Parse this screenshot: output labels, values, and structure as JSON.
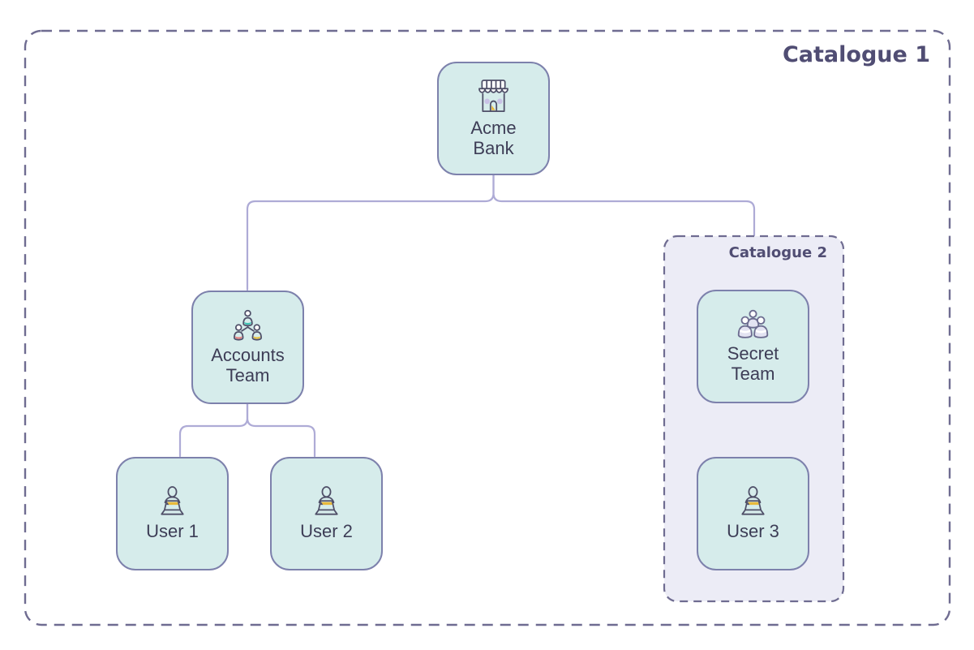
{
  "catalogue1": {
    "label": "Catalogue 1"
  },
  "catalogue2": {
    "label": "Catalogue 2"
  },
  "nodes": {
    "acme_bank": {
      "label": "Acme Bank",
      "icon": "storefront-icon"
    },
    "accounts_team": {
      "label": "Accounts Team",
      "icon": "team-hierarchy-icon"
    },
    "user1": {
      "label": "User 1",
      "icon": "person-laptop-icon"
    },
    "user2": {
      "label": "User 2",
      "icon": "person-laptop-icon"
    },
    "secret_team": {
      "label": "Secret Team",
      "icon": "people-group-icon"
    },
    "user3": {
      "label": "User 3",
      "icon": "person-laptop-icon"
    }
  },
  "colors": {
    "node_fill": "#d6eceb",
    "node_border": "#7d81ac",
    "node_text": "#3d3d56",
    "container_dash": "#6f6c91",
    "catalogue2_fill": "#ececf6",
    "connector": "#aeabd6",
    "title_text": "#504d73",
    "icon_outline": "#4f4f68",
    "icon_yellow": "#e8b93a",
    "icon_teal": "#3fc3b4",
    "icon_red": "#e87f7f",
    "icon_purple_window": "#c9c2e6",
    "group_icon_outline": "#6c6c90",
    "group_icon_fill": "#e3e3f2"
  }
}
